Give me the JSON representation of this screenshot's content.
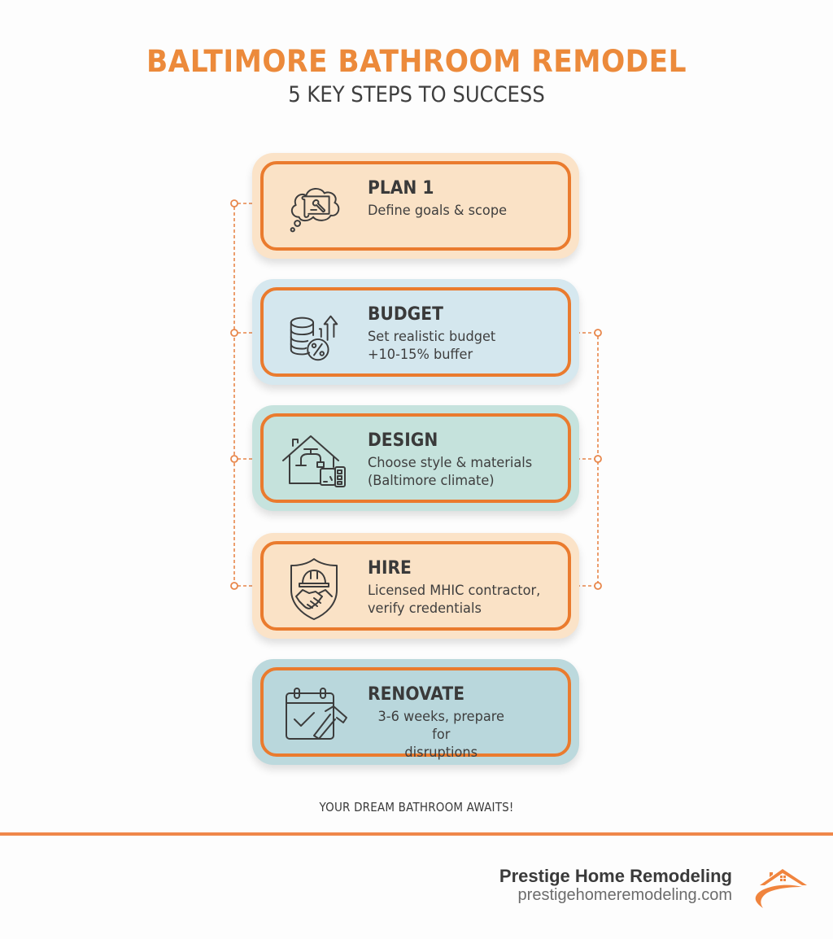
{
  "header": {
    "title": "BALTIMORE BATHROOM REMODEL",
    "subtitle": "5 KEY STEPS TO SUCCESS"
  },
  "steps": [
    {
      "title": "PLAN 1",
      "description": "Define goals & scope",
      "icon": "thought-cloud-blueprint-wrench-icon",
      "color": "#fae2c6"
    },
    {
      "title": "BUDGET",
      "description": "Set realistic budget\n+10-15% buffer",
      "icon": "coin-stack-percent-arrow-icon",
      "color": "#d4e7ee"
    },
    {
      "title": "DESIGN",
      "description": "Choose style & materials\n(Baltimore climate)",
      "icon": "house-faucet-tile-icon",
      "color": "#c5e2dc"
    },
    {
      "title": "HIRE",
      "description": "Licensed MHIC contractor,\nverify credentials",
      "icon": "shield-hardhat-handshake-icon",
      "color": "#fae2c6"
    },
    {
      "title": "RENOVATE",
      "description": "3-6 weeks, prepare for\ndisruptions",
      "icon": "calendar-check-hammer-icon",
      "color": "#b9d7dc"
    }
  ],
  "tagline": "YOUR DREAM BATHROOM AWAITS!",
  "footer": {
    "brand_name": "Prestige Home Remodeling",
    "brand_url": "prestigehomeremodeling.com",
    "logo_icon": "house-roof-swoosh-logo"
  },
  "colors": {
    "accent_orange": "#ea7b2e",
    "title_orange": "#ec8a3b",
    "footer_line": "#f0874a",
    "text_dark": "#3a3a3a"
  }
}
